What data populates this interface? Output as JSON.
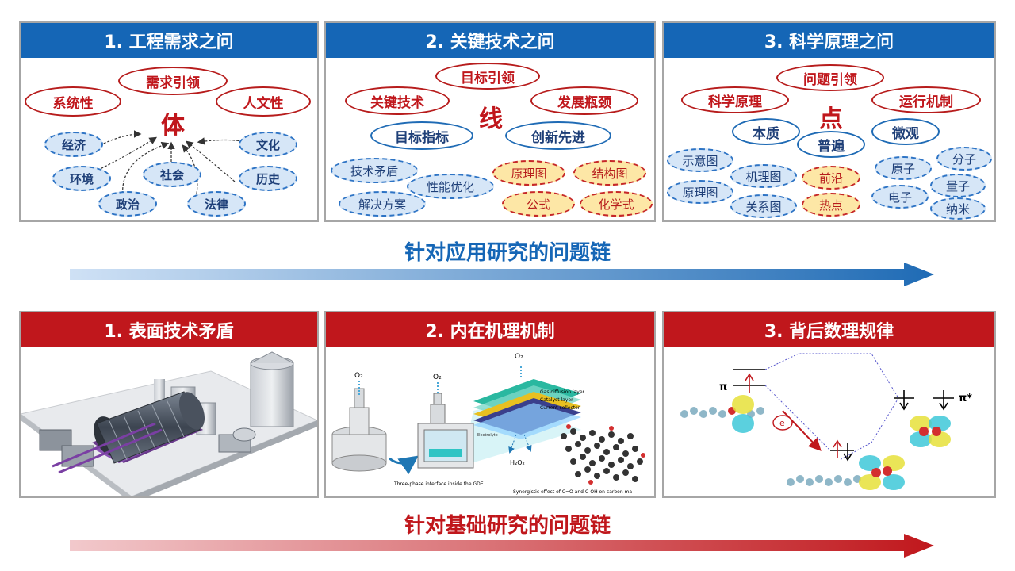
{
  "top": {
    "panels": [
      {
        "title": "1. 工程需求之问",
        "center": "体",
        "red": [
          "需求引领",
          "系统性",
          "人文性"
        ],
        "dashed": [
          "经济",
          "文化",
          "环境",
          "社会",
          "历史",
          "政治",
          "法律"
        ]
      },
      {
        "title": "2. 关键技术之问",
        "center": "线",
        "red": [
          "目标引领",
          "关键技术",
          "发展瓶颈"
        ],
        "blue": [
          "目标指标",
          "创新先进"
        ],
        "dashed": [
          "技术矛盾",
          "性能优化",
          "解决方案"
        ],
        "yellow": [
          "原理图",
          "结构图",
          "公式",
          "化学式"
        ]
      },
      {
        "title": "3. 科学原理之问",
        "center": "点",
        "red": [
          "问题引领",
          "科学原理",
          "运行机制"
        ],
        "blue": [
          "本质",
          "普遍",
          "微观"
        ],
        "dashed": [
          "示意图",
          "机理图",
          "原理图",
          "关系图",
          "原子",
          "分子",
          "电子",
          "量子",
          "纳米"
        ],
        "yellow": [
          "前沿",
          "热点"
        ]
      }
    ],
    "chain_label": "针对应用研究的问题链"
  },
  "bottom": {
    "panels": [
      {
        "title": "1. 表面技术矛盾"
      },
      {
        "title": "2. 内在机理机制",
        "labels": {
          "o2": "O₂",
          "h2o2": "H₂O₂",
          "gdl": "Gas diffusion layer",
          "cat": "Catalyst layer",
          "cc": "Current collector",
          "electrolyte": "Electrolyte",
          "three_phase": "Three-phase interface inside the GDE",
          "synergy": "Synergistic effect of C=O and C-OH on carbon ma"
        }
      },
      {
        "title": "3. 背后数理规律",
        "labels": {
          "pi": "π",
          "pi_star": "π*",
          "e": "e"
        }
      }
    ],
    "chain_label": "针对基础研究的问题链"
  },
  "colors": {
    "blue": "#1566b6",
    "red": "#c0171c"
  }
}
